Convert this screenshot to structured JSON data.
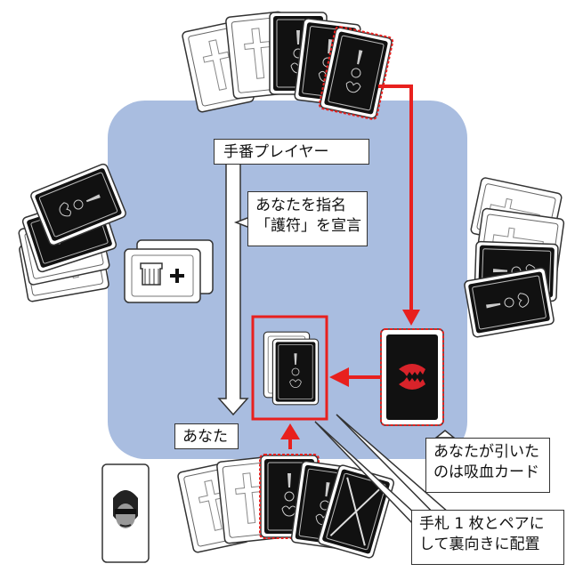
{
  "labels": {
    "turn_player": "手番プレイヤー",
    "declare_line1": "あなたを指名",
    "declare_line2": "「護符」を宣言",
    "you": "あなた",
    "drew_line1": "あなたが引いた",
    "drew_line2": "のは吸血カード",
    "pair_line1": "手札 1 枚とペアに",
    "pair_line2": "して裏向きに配置"
  },
  "colors": {
    "table": "#a9bde0",
    "arrow_red": "#e8201e",
    "card_black": "#111111",
    "fang_red": "#d8232a"
  },
  "icons": {
    "amulet_card": "amulet-icon",
    "vampire_card": "fangs-icon",
    "portrait": "sunglasses-man-icon"
  }
}
